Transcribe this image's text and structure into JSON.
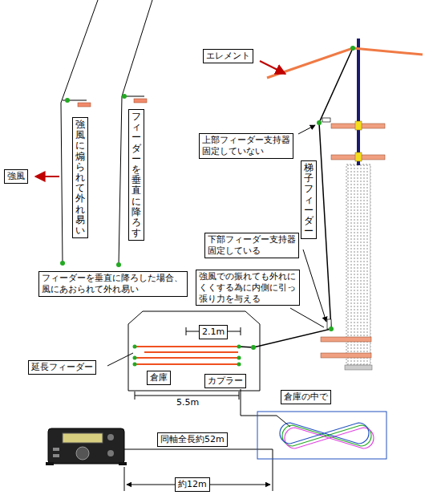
{
  "diagram": {
    "nodes": [
      {
        "text": [
          "エレメント"
        ]
      },
      {
        "text": [
          "フィーダーを垂直に降ろす"
        ]
      },
      {
        "text": [
          "強風に煽られて外れ易い"
        ]
      },
      {
        "text": [
          "上部フィーダー支持器 固定していない"
        ]
      },
      {
        "text": [
          "梯子フィーダー"
        ]
      },
      {
        "text": [
          "強風"
        ]
      },
      {
        "text": [
          "下部フィーダー支持器 固定している"
        ]
      },
      {
        "text": [
          "フィーダーを垂直に降ろした場合、風にあおられて外れ易い"
        ]
      },
      {
        "text": [
          "強風での振れても外れにくくする為に内側に引っ張り力を与える"
        ]
      },
      {
        "text": [
          "2.1m"
        ]
      },
      {
        "text": [
          "延長フィーダー"
        ]
      },
      {
        "text": [
          "倉庫"
        ]
      },
      {
        "text": [
          "カプラー"
        ]
      },
      {
        "text": [
          "倉庫の中で"
        ]
      },
      {
        "text": [
          "同軸全長約52m"
        ]
      },
      {
        "text": [
          "約12m"
        ]
      }
    ],
    "labels": [
      "5.5m"
    ]
  }
}
